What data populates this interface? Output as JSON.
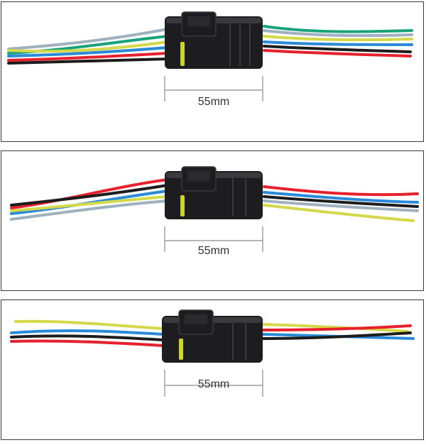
{
  "panels": [
    {
      "connector": {
        "pins": 6
      },
      "dimension": {
        "label": "55mm"
      }
    },
    {
      "connector": {
        "pins": 5
      },
      "dimension": {
        "label": "55mm"
      }
    },
    {
      "connector": {
        "pins": 4
      },
      "dimension": {
        "label": "55mm"
      }
    }
  ],
  "colors": {
    "red": "#e5212e",
    "blue": "#2a8ad8",
    "black": "#1c1c1c",
    "yellow": "#d4d94a",
    "green": "#1aa37a",
    "grey": "#9fb0bf",
    "housing": "#1d1d1f",
    "housing_highlight": "#3a3a3e",
    "seal": "#c9d62a",
    "dimension_line": "#8c8c8c"
  }
}
